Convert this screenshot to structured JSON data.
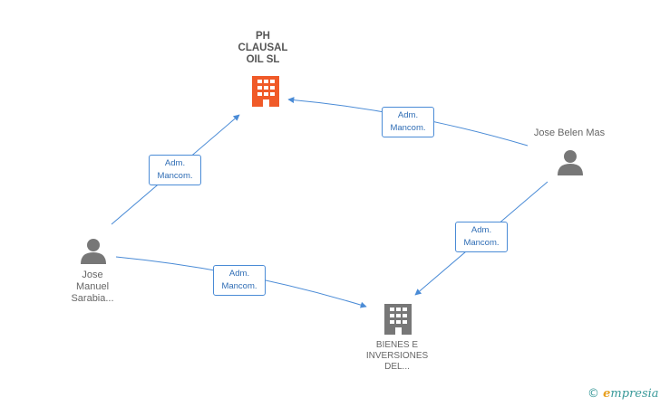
{
  "nodes": {
    "ph_clausal": {
      "lines": [
        "PH",
        "CLAUSAL",
        "OIL SL"
      ],
      "color": "#f05a28"
    },
    "bienes": {
      "lines": [
        "BIENES E",
        "INVERSIONES",
        "DEL..."
      ],
      "color": "#777777"
    },
    "jose_belen": {
      "lines": [
        "Jose Belen Mas"
      ],
      "color": "#777777"
    },
    "jose_manuel": {
      "lines": [
        "Jose",
        "Manuel",
        "Sarabia..."
      ],
      "color": "#777777"
    }
  },
  "edges": [
    {
      "id": "manuel-to-ph",
      "label": [
        "Adm.",
        "Mancom."
      ]
    },
    {
      "id": "belen-to-ph",
      "label": [
        "Adm.",
        "Mancom."
      ]
    },
    {
      "id": "belen-to-bienes",
      "label": [
        "Adm.",
        "Mancom."
      ]
    },
    {
      "id": "manuel-to-bienes",
      "label": [
        "Adm.",
        "Mancom."
      ]
    }
  ],
  "edge_color": "#4a8bd6",
  "watermark": {
    "copyright": "©",
    "brand_initial": "e",
    "brand_rest": "mpresia"
  }
}
